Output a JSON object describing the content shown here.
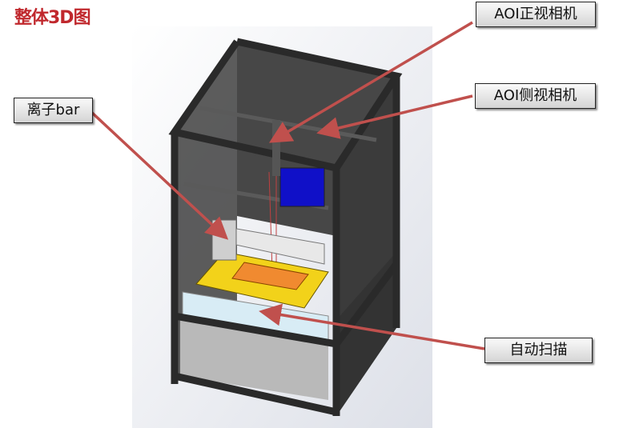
{
  "title": "整体3D图",
  "callouts": {
    "front_camera": "AOI正视相机",
    "side_camera": "AOI侧视相机",
    "ion_bar": "离子bar",
    "auto_scan": "自动扫描"
  },
  "colors": {
    "title": "#c0282d",
    "arrow": "#c0504d",
    "panel": "#3f3f3f",
    "platform": "#f2d21a",
    "scan_area": "#f08a30",
    "camera_block": "#1010c8"
  }
}
